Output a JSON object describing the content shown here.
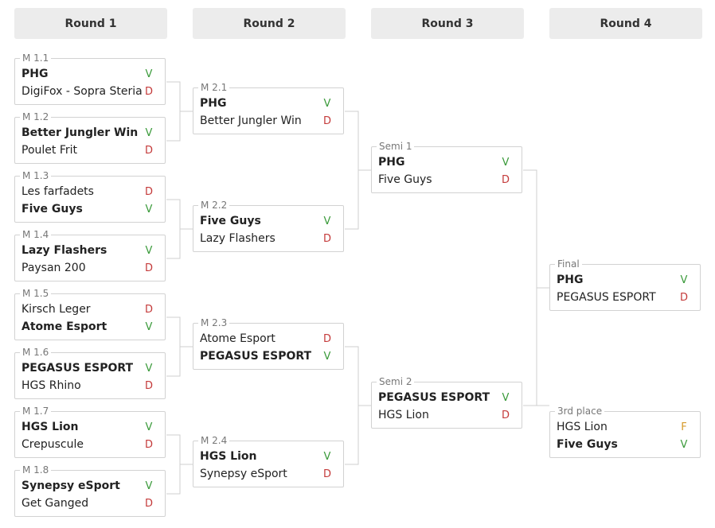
{
  "rounds": [
    "Round 1",
    "Round 2",
    "Round 3",
    "Round 4"
  ],
  "colors": {
    "win": "#3a9a3a",
    "loss": "#c43a3a",
    "forfeit": "#d69a2a",
    "header_bg": "#ececec",
    "border": "#d2d2d2"
  },
  "matches": {
    "m11": {
      "label": "M 1.1",
      "teams": [
        {
          "name": "PHG",
          "result": "V",
          "winner": true
        },
        {
          "name": "DigiFox - Sopra Steria",
          "result": "D",
          "winner": false
        }
      ]
    },
    "m12": {
      "label": "M 1.2",
      "teams": [
        {
          "name": "Better Jungler Win",
          "result": "V",
          "winner": true
        },
        {
          "name": "Poulet Frit",
          "result": "D",
          "winner": false
        }
      ]
    },
    "m13": {
      "label": "M 1.3",
      "teams": [
        {
          "name": "Les farfadets",
          "result": "D",
          "winner": false
        },
        {
          "name": "Five Guys",
          "result": "V",
          "winner": true
        }
      ]
    },
    "m14": {
      "label": "M 1.4",
      "teams": [
        {
          "name": "Lazy Flashers",
          "result": "V",
          "winner": true
        },
        {
          "name": "Paysan 200",
          "result": "D",
          "winner": false
        }
      ]
    },
    "m15": {
      "label": "M 1.5",
      "teams": [
        {
          "name": "Kirsch Leger",
          "result": "D",
          "winner": false
        },
        {
          "name": "Atome Esport",
          "result": "V",
          "winner": true
        }
      ]
    },
    "m16": {
      "label": "M 1.6",
      "teams": [
        {
          "name": "PEGASUS ESPORT",
          "result": "V",
          "winner": true
        },
        {
          "name": "HGS Rhino",
          "result": "D",
          "winner": false
        }
      ]
    },
    "m17": {
      "label": "M 1.7",
      "teams": [
        {
          "name": "HGS Lion",
          "result": "V",
          "winner": true
        },
        {
          "name": "Crepuscule",
          "result": "D",
          "winner": false
        }
      ]
    },
    "m18": {
      "label": "M 1.8",
      "teams": [
        {
          "name": "Synepsy eSport",
          "result": "V",
          "winner": true
        },
        {
          "name": "Get Ganged",
          "result": "D",
          "winner": false
        }
      ]
    },
    "m21": {
      "label": "M 2.1",
      "teams": [
        {
          "name": "PHG",
          "result": "V",
          "winner": true
        },
        {
          "name": "Better Jungler Win",
          "result": "D",
          "winner": false
        }
      ]
    },
    "m22": {
      "label": "M 2.2",
      "teams": [
        {
          "name": "Five Guys",
          "result": "V",
          "winner": true
        },
        {
          "name": "Lazy Flashers",
          "result": "D",
          "winner": false
        }
      ]
    },
    "m23": {
      "label": "M 2.3",
      "teams": [
        {
          "name": "Atome Esport",
          "result": "D",
          "winner": false
        },
        {
          "name": "PEGASUS ESPORT",
          "result": "V",
          "winner": true
        }
      ]
    },
    "m24": {
      "label": "M 2.4",
      "teams": [
        {
          "name": "HGS Lion",
          "result": "V",
          "winner": true
        },
        {
          "name": "Synepsy eSport",
          "result": "D",
          "winner": false
        }
      ]
    },
    "semi1": {
      "label": "Semi 1",
      "teams": [
        {
          "name": "PHG",
          "result": "V",
          "winner": true
        },
        {
          "name": "Five Guys",
          "result": "D",
          "winner": false
        }
      ]
    },
    "semi2": {
      "label": "Semi 2",
      "teams": [
        {
          "name": "PEGASUS ESPORT",
          "result": "V",
          "winner": true
        },
        {
          "name": "HGS Lion",
          "result": "D",
          "winner": false
        }
      ]
    },
    "final": {
      "label": "Final",
      "teams": [
        {
          "name": "PHG",
          "result": "V",
          "winner": true
        },
        {
          "name": "PEGASUS ESPORT",
          "result": "D",
          "winner": false
        }
      ]
    },
    "third": {
      "label": "3rd place",
      "teams": [
        {
          "name": "HGS Lion",
          "result": "F",
          "winner": false
        },
        {
          "name": "Five Guys",
          "result": "V",
          "winner": true
        }
      ]
    }
  }
}
